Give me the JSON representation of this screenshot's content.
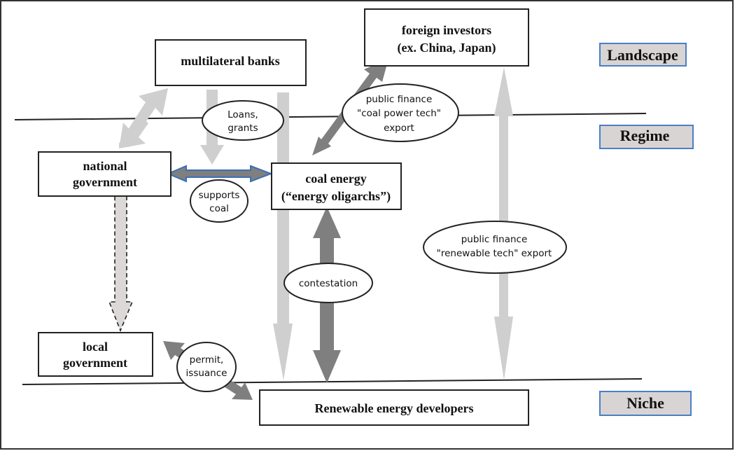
{
  "diagram": {
    "levels": [
      {
        "id": "landscape",
        "label": "Landscape"
      },
      {
        "id": "regime",
        "label": "Regime"
      },
      {
        "id": "niche",
        "label": "Niche"
      }
    ],
    "actors": {
      "multilateral_banks": {
        "lines": [
          "multilateral banks"
        ]
      },
      "foreign_investors": {
        "lines": [
          "foreign investors",
          "(ex. China, Japan)"
        ]
      },
      "national_government": {
        "lines": [
          "national",
          "government"
        ]
      },
      "coal_energy": {
        "lines": [
          "coal energy",
          "(“energy oligarchs”)"
        ]
      },
      "local_government": {
        "lines": [
          "local",
          "government"
        ]
      },
      "renewable_developers": {
        "lines": [
          "Renewable energy developers"
        ]
      }
    },
    "relations": {
      "loans_grants": {
        "lines": [
          "Loans,",
          "grants"
        ]
      },
      "coal_export": {
        "lines": [
          "public finance",
          "\"coal power tech\"",
          "export"
        ]
      },
      "supports_coal": {
        "lines": [
          "supports",
          "coal"
        ]
      },
      "renewable_export": {
        "lines": [
          "public finance",
          "\"renewable tech\" export"
        ]
      },
      "contestation": {
        "lines": [
          "contestation"
        ]
      },
      "permit_issuance": {
        "lines": [
          "permit,",
          "issuance"
        ]
      }
    },
    "colors": {
      "light_arrow": "#cfcfcf",
      "dark_arrow": "#7f7f7f",
      "blue_outline": "#3b6fb6",
      "level_box_fill": "#d9d4d4",
      "level_box_border": "#4a7fc6",
      "dashed_fill": "#ddd8d8"
    }
  }
}
